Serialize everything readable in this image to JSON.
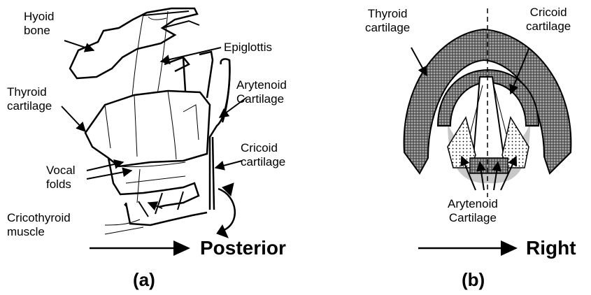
{
  "panel_a": {
    "labels": {
      "hyoid_line1": "Hyoid",
      "hyoid_line2": "bone",
      "epiglottis": "Epiglottis",
      "thyroid_line1": "Thyroid",
      "thyroid_line2": "cartilage",
      "arytenoid_line1": "Arytenoid",
      "arytenoid_line2": "Cartilage",
      "cricoid_line1": "Cricoid",
      "cricoid_line2": "cartilage",
      "vocal_line1": "Vocal",
      "vocal_line2": "folds",
      "cricothyroid_line1": "Cricothyroid",
      "cricothyroid_line2": "muscle"
    },
    "direction": "Posterior",
    "caption": "(a)"
  },
  "panel_b": {
    "labels": {
      "thyroid_line1": "Thyroid",
      "thyroid_line2": "cartilage",
      "cricoid_line1": "Cricoid",
      "cricoid_line2": "cartilage",
      "arytenoid_line1": "Arytenoid",
      "arytenoid_line2": "Cartilage"
    },
    "direction": "Right",
    "caption": "(b)"
  }
}
